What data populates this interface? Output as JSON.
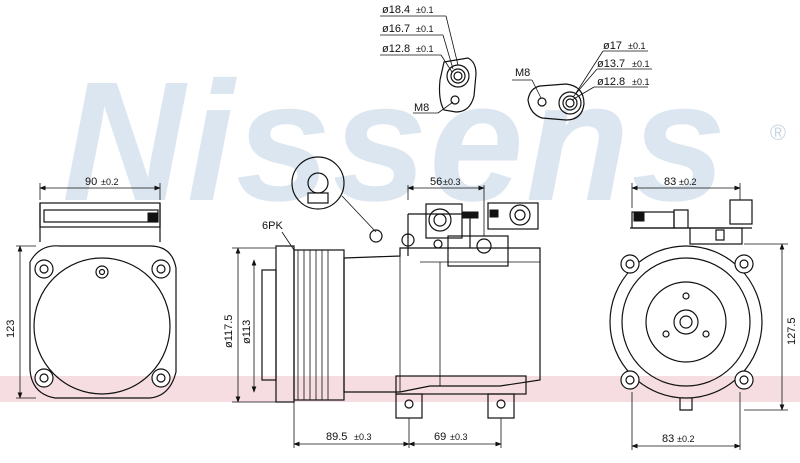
{
  "watermark": {
    "brand": "Nissens",
    "registered": "®"
  },
  "colors": {
    "watermark": "#dbe6f0",
    "band": "#f6dde2",
    "line": "#111111"
  },
  "top_fitting_a": {
    "d1": "ø18.4",
    "t1": "±0.1",
    "d2": "ø16.7",
    "t2": "±0.1",
    "d3": "ø12.8",
    "t3": "±0.1",
    "thread": "M8"
  },
  "top_fitting_b": {
    "thread": "M8",
    "d1": "ø17",
    "t1": "±0.1",
    "d2": "ø13.7",
    "t2": "±0.1",
    "d3": "ø12.8",
    "t3": "±0.1"
  },
  "left_view": {
    "width": "90",
    "width_tol": "±0.2",
    "height": "123"
  },
  "side_view": {
    "pulley": "6PK",
    "dia_outer": "ø117.5",
    "dia_inner": "ø113",
    "port_spacing": "56",
    "port_spacing_tol": "±0.3",
    "len_a": "89.5",
    "len_a_tol": "±0.3",
    "len_b": "69",
    "len_b_tol": "±0.3"
  },
  "right_view": {
    "top_width": "83",
    "top_width_tol": "±0.2",
    "bottom_width": "83",
    "bottom_width_tol": "±0.2",
    "height": "127.5"
  }
}
